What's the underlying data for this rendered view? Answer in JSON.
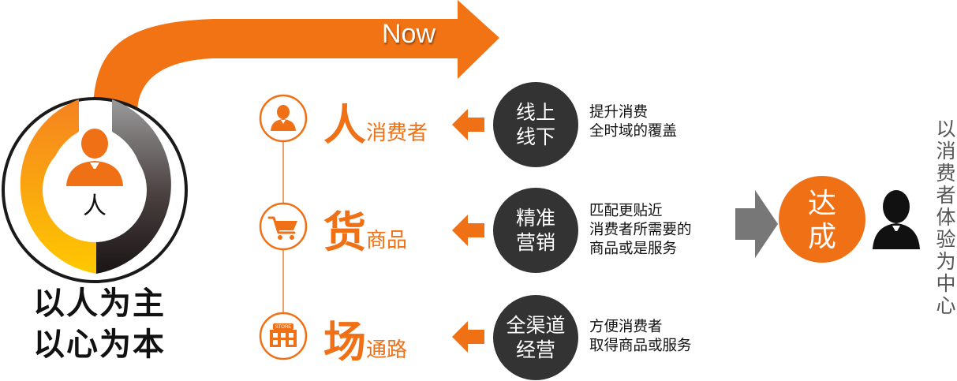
{
  "colors": {
    "orange": "#f07016",
    "dark_circle": "#333333",
    "gray_arrow": "#777777",
    "black": "#111111"
  },
  "left": {
    "center_label": "人",
    "title_line1": "以人为主",
    "title_line2": "以心为本"
  },
  "arrow": {
    "label": "Now"
  },
  "rows": [
    {
      "icon": "person-icon",
      "big": "人",
      "sub": "消费者",
      "circle": [
        "线上",
        "线下"
      ],
      "desc": [
        "提升消费",
        "全时域的覆盖"
      ]
    },
    {
      "icon": "shopping-cart-icon",
      "big": "货",
      "sub": "商品",
      "circle": [
        "精准",
        "营销"
      ],
      "desc": [
        "匹配更贴近",
        "消费者所需要的",
        "商品或是服务"
      ]
    },
    {
      "icon": "store-icon",
      "big": "场",
      "sub": "通路",
      "circle": [
        "全渠道",
        "经营"
      ],
      "desc": [
        "方便消费者",
        "取得商品或服务"
      ]
    }
  ],
  "result": {
    "circle": [
      "达",
      "成"
    ],
    "icon": "person-icon"
  },
  "vertical_text": "以消费者体验为中心",
  "store_sign": "STORE"
}
